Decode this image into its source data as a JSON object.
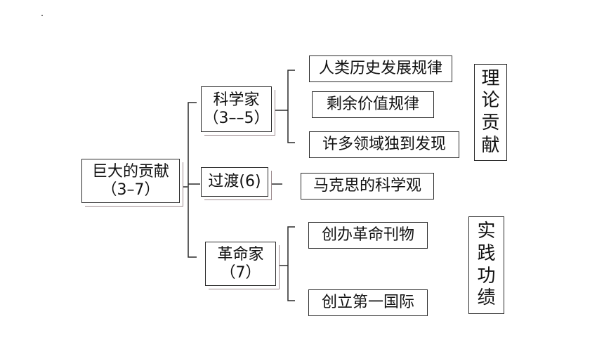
{
  "root": {
    "line1": "巨大的贡献",
    "line2": "（3–7）"
  },
  "branches": {
    "scientist": {
      "line1": "科学家",
      "line2": "（3––5）"
    },
    "transition": {
      "label": "过渡(6)"
    },
    "revolutionary": {
      "line1": "革命家",
      "line2": "（7）"
    }
  },
  "leaves": {
    "history_law": "人类历史发展规律",
    "surplus_value_law": "剩余价值规律",
    "many_discoveries": "许多领域独到发现",
    "marx_science_view": "马克思的科学观",
    "founding_publications": "创办革命刊物",
    "first_international": "创立第一国际"
  },
  "side_labels": {
    "theory_contribution": [
      "理",
      "论",
      "贡",
      "献"
    ],
    "practice_achievement": [
      "实",
      "践",
      "功",
      "绩"
    ]
  }
}
